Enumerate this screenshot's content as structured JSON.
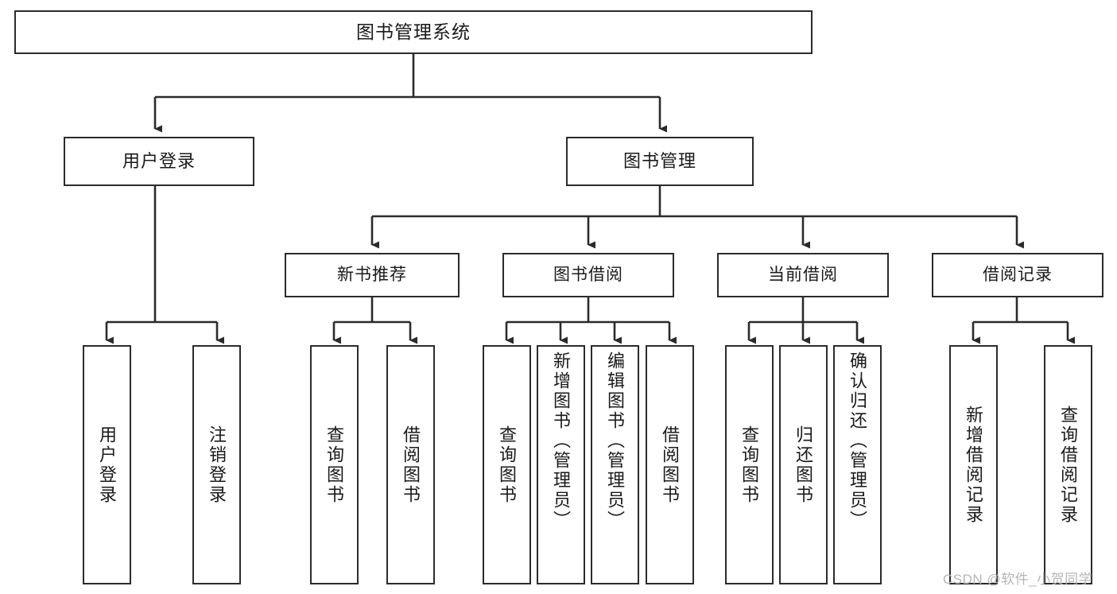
{
  "diagram": {
    "type": "tree-structure-chart",
    "title": "图书管理系统",
    "root": {
      "label": "图书管理系统"
    },
    "level2": [
      {
        "label": "用户登录"
      },
      {
        "label": "图书管理"
      }
    ],
    "level3": [
      {
        "label": "新书推荐"
      },
      {
        "label": "图书借阅"
      },
      {
        "label": "当前借阅"
      },
      {
        "label": "借阅记录"
      }
    ],
    "leaves": {
      "user_login": [
        {
          "label": "用户登录"
        },
        {
          "label": "注销登录"
        }
      ],
      "new_book": [
        {
          "label": "查询图书"
        },
        {
          "label": "借阅图书"
        }
      ],
      "book_borrow": [
        {
          "label": "查询图书"
        },
        {
          "label": "新增图书（管理员）"
        },
        {
          "label": "编辑图书（管理员）"
        },
        {
          "label": "借阅图书"
        }
      ],
      "current_borrow": [
        {
          "label": "查询图书"
        },
        {
          "label": "归还图书"
        },
        {
          "label": "确认归还（管理员）"
        }
      ],
      "borrow_record": [
        {
          "label": "新增借阅记录"
        },
        {
          "label": "查询借阅记录"
        }
      ]
    }
  },
  "watermark": {
    "text": "CSDN @软件_小贺同学"
  },
  "colors": {
    "stroke": "#2b2b2b",
    "background": "#ffffff",
    "text": "#1a1a1a",
    "watermark": "#b6b6b6"
  }
}
